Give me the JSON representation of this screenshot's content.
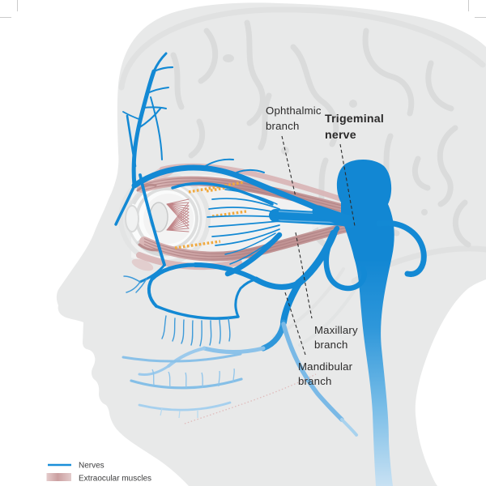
{
  "labels": {
    "ophthalmic_branch": {
      "line1": "Ophthalmic",
      "line2": "branch"
    },
    "trigeminal_nerve": {
      "line1": "Trigeminal",
      "line2": "nerve"
    },
    "maxillary_branch": {
      "line1": "Maxillary",
      "line2": "branch"
    },
    "mandibular_branch": {
      "line1": "Mandibular",
      "line2": "branch"
    }
  },
  "legend": {
    "nerves_label": "Nerves",
    "extraocular_muscles_label": "Extraocular muscles"
  },
  "colors": {
    "nerve_blue": "#1389d4",
    "nerve_blue_light": "#8ec6ea",
    "muscle_pink": "#c49899",
    "muscle_pink_dark": "#a97b7d",
    "head_gray": "#e8e9e9",
    "brain_gray": "#dadbdb",
    "accent_yellow": "#f1a93e",
    "label_text": "#2b2a2a",
    "leader_line": "#2c2c2c",
    "legend_text": "#3c3c3d"
  }
}
